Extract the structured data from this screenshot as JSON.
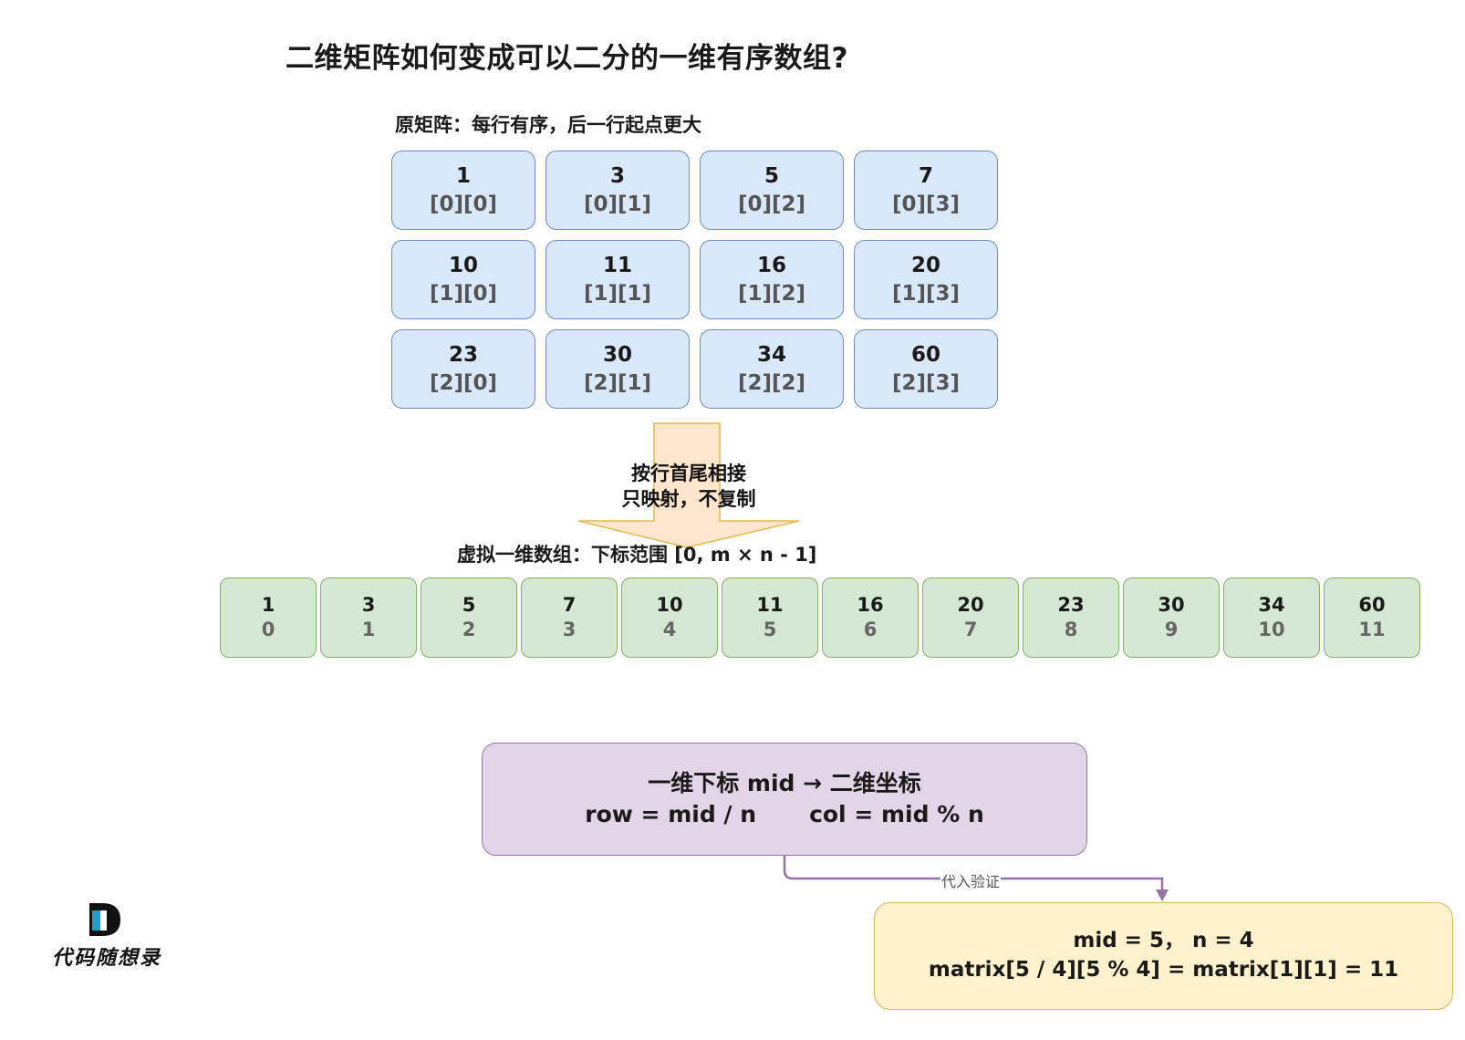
{
  "title": "二维矩阵如何变成可以二分的一维有序数组?",
  "matrix_label": "原矩阵：每行有序，后一行起点更大",
  "matrix": [
    [
      {
        "value": "1",
        "index": "[0][0]"
      },
      {
        "value": "3",
        "index": "[0][1]"
      },
      {
        "value": "5",
        "index": "[0][2]"
      },
      {
        "value": "7",
        "index": "[0][3]"
      }
    ],
    [
      {
        "value": "10",
        "index": "[1][0]"
      },
      {
        "value": "11",
        "index": "[1][1]"
      },
      {
        "value": "16",
        "index": "[1][2]"
      },
      {
        "value": "20",
        "index": "[1][3]"
      }
    ],
    [
      {
        "value": "23",
        "index": "[2][0]"
      },
      {
        "value": "30",
        "index": "[2][1]"
      },
      {
        "value": "34",
        "index": "[2][2]"
      },
      {
        "value": "60",
        "index": "[2][3]"
      }
    ]
  ],
  "arrow": {
    "line1": "按行首尾相接",
    "line2": "只映射，不复制"
  },
  "array_label": "虚拟一维数组：下标范围 [0, m × n - 1]",
  "array": [
    {
      "value": "1",
      "index": "0"
    },
    {
      "value": "3",
      "index": "1"
    },
    {
      "value": "5",
      "index": "2"
    },
    {
      "value": "7",
      "index": "3"
    },
    {
      "value": "10",
      "index": "4"
    },
    {
      "value": "11",
      "index": "5"
    },
    {
      "value": "16",
      "index": "6"
    },
    {
      "value": "20",
      "index": "7"
    },
    {
      "value": "23",
      "index": "8"
    },
    {
      "value": "30",
      "index": "9"
    },
    {
      "value": "34",
      "index": "10"
    },
    {
      "value": "60",
      "index": "11"
    }
  ],
  "formula": {
    "heading": "一维下标 mid → 二维坐标",
    "row": "row = mid / n",
    "col": "col = mid % n"
  },
  "connector_label": "代入验证",
  "example": {
    "line1": "mid = 5，  n = 4",
    "line2": "matrix[5 / 4][5 % 4] = matrix[1][1] = 11"
  },
  "logo": {
    "letter": "D",
    "text": "代码随想录"
  },
  "colors": {
    "matrix_fill": "#dae8fc",
    "matrix_border": "#6c8ebf",
    "array_fill": "#d5e8d4",
    "array_border": "#82b366",
    "arrow_fill": "#ffe6cc",
    "arrow_border": "#e6b84d",
    "formula_fill": "#e1d5e7",
    "formula_border": "#9673a6",
    "example_fill": "#fff2cc",
    "example_border": "#d6b656",
    "connector": "#9673a6",
    "logo_accent": "#1ba1c4"
  }
}
